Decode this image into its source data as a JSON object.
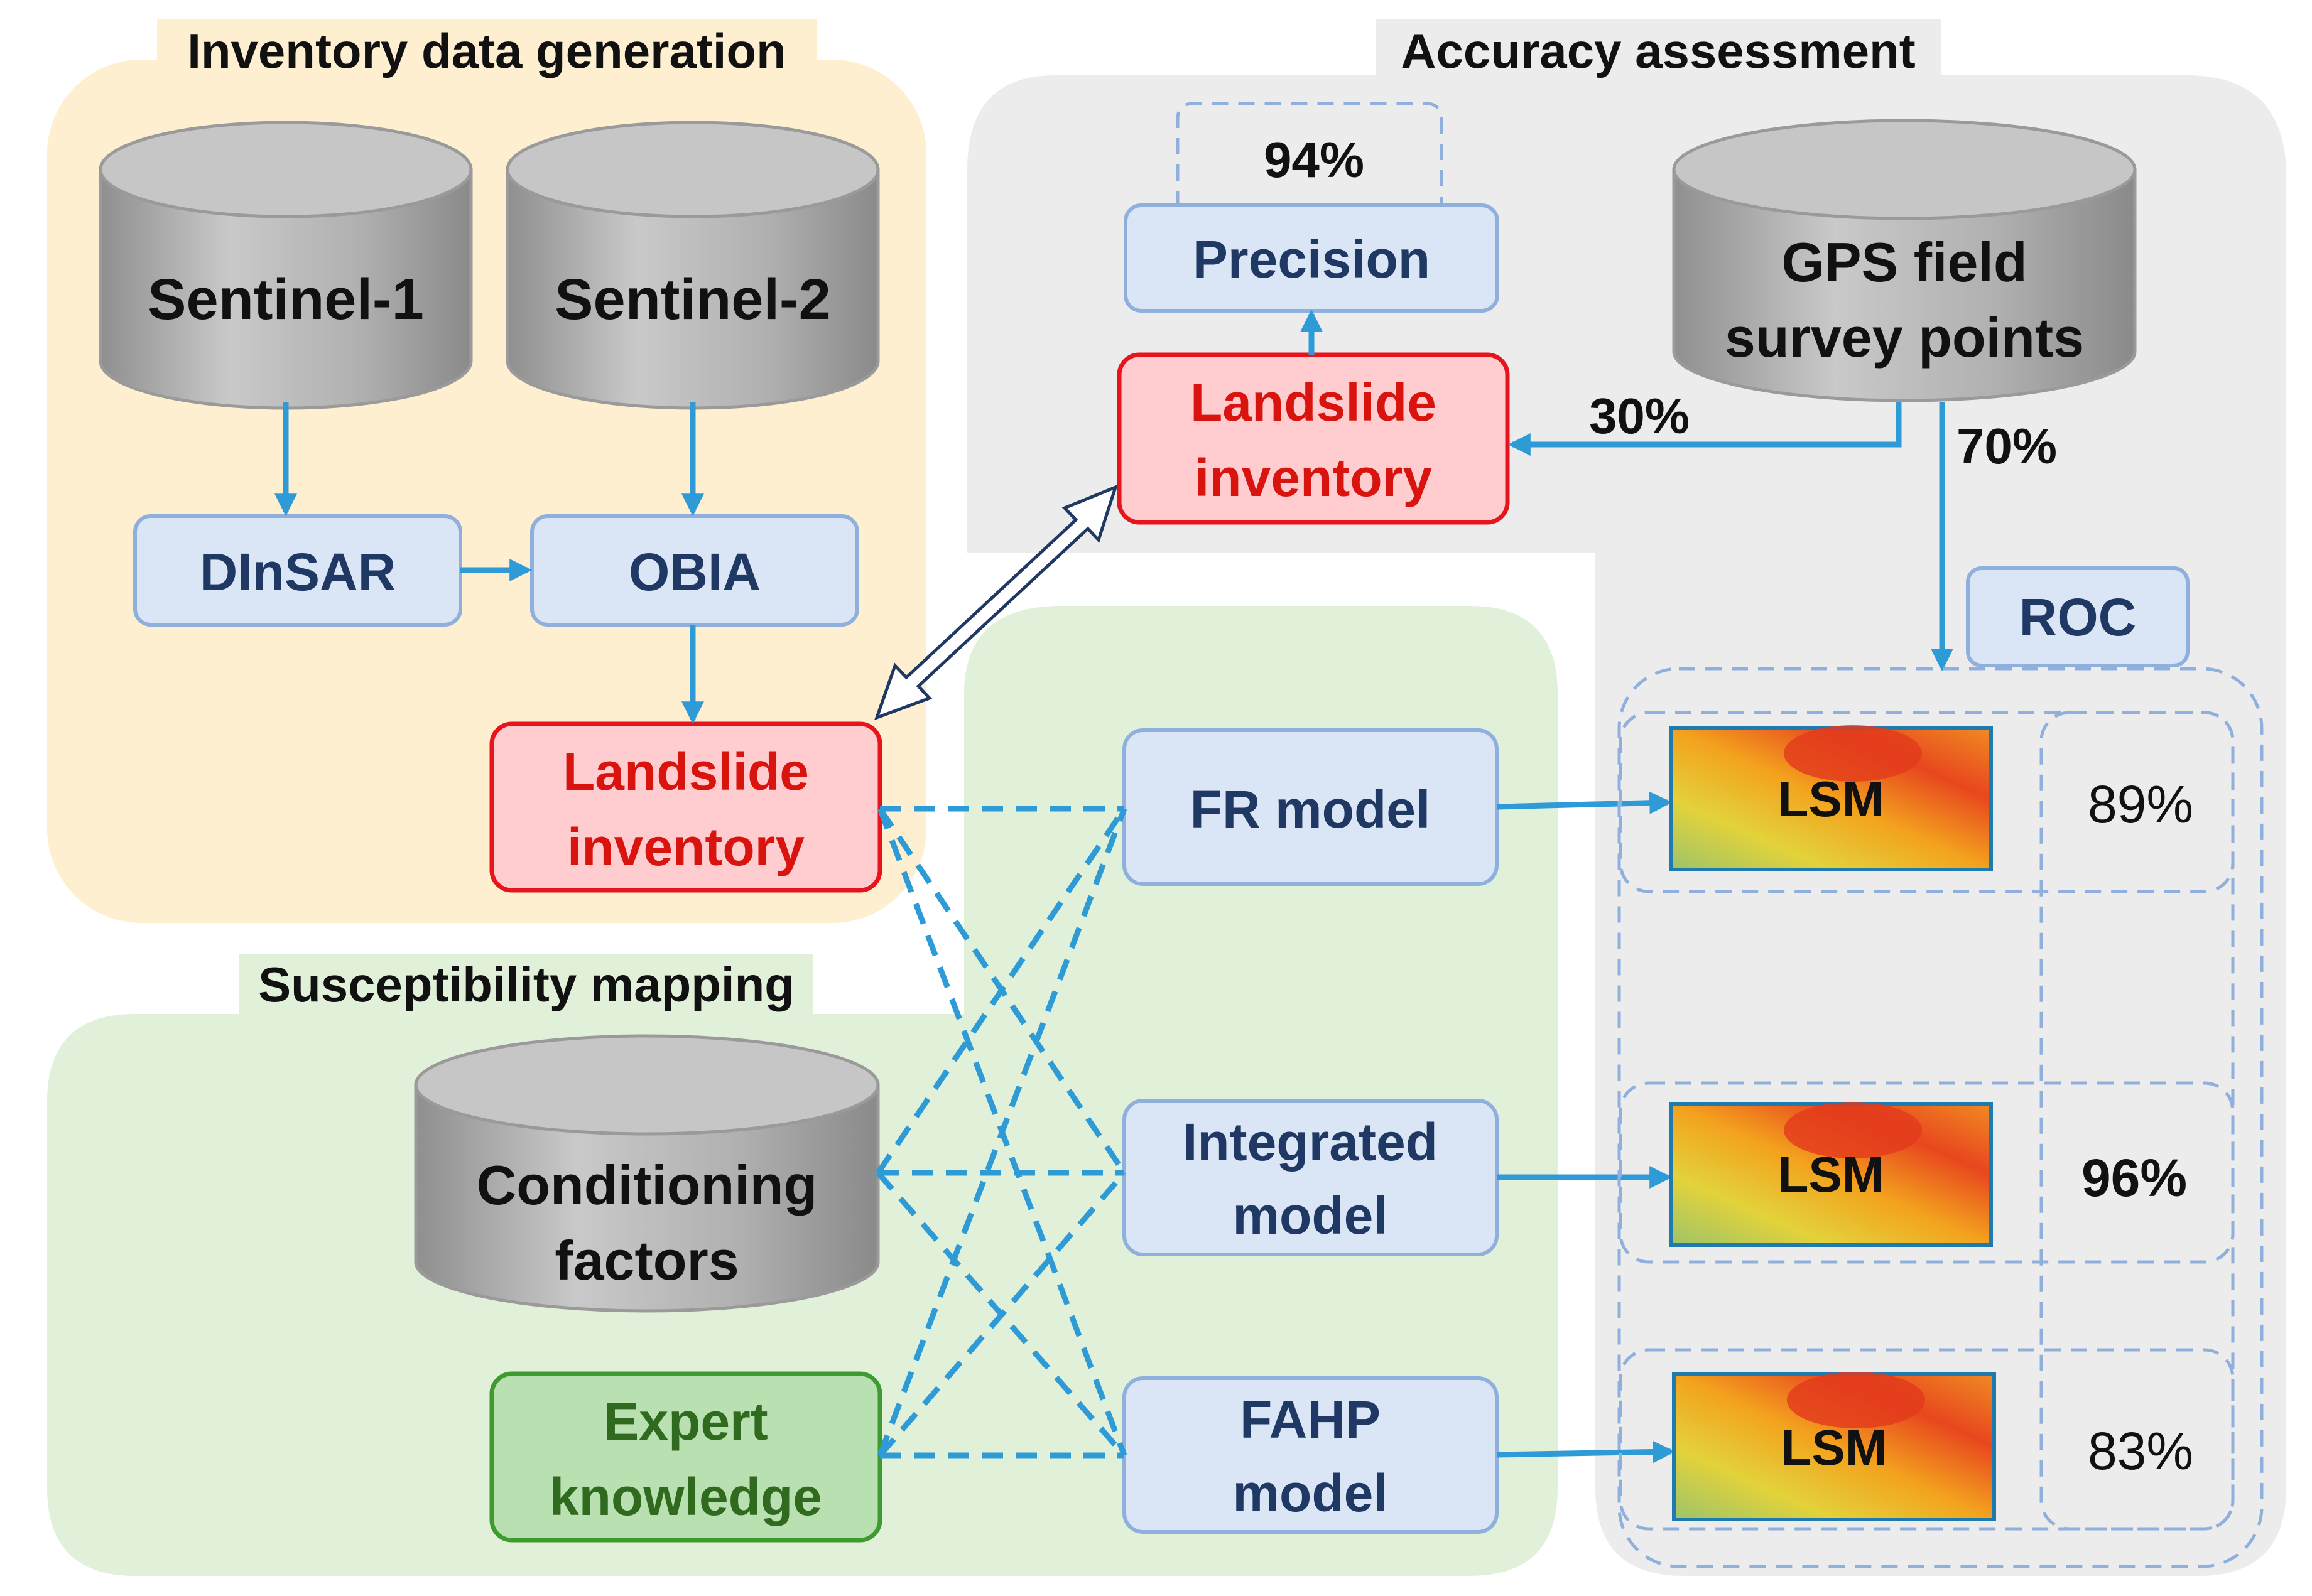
{
  "sections": {
    "inventory": {
      "title": "Inventory data generation"
    },
    "accuracy": {
      "title": "Accuracy assessment"
    },
    "susceptibility": {
      "title": "Susceptibility mapping"
    }
  },
  "nodes": {
    "sentinel1": "Sentinel-1",
    "sentinel2": "Sentinel-2",
    "dinsar": "DInSAR",
    "obia": "OBIA",
    "landslide_inventory_left": [
      "Landslide",
      "inventory"
    ],
    "landslide_inventory_top": [
      "Landslide",
      "inventory"
    ],
    "precision": "Precision",
    "precision_value": "94%",
    "gps": [
      "GPS field",
      "survey points"
    ],
    "split_30": "30%",
    "split_70": "70%",
    "roc": "ROC",
    "conditioning": [
      "Conditioning",
      "factors"
    ],
    "expert": [
      "Expert",
      "knowledge"
    ],
    "fr_model": "FR model",
    "integrated_model": [
      "Integrated",
      "model"
    ],
    "fahp_model": [
      "FAHP",
      "model"
    ]
  },
  "results": [
    {
      "map": "LSM",
      "accuracy": "89%"
    },
    {
      "map": "LSM",
      "accuracy": "96%"
    },
    {
      "map": "LSM",
      "accuracy": "83%"
    }
  ],
  "colors": {
    "inventory_bg": "#fdefcf",
    "accuracy_bg": "#ececec",
    "susceptibility_bg": "#e1f0d9",
    "blue_box_fill": "#dae6f5",
    "blue_box_stroke": "#8fb0dc",
    "red_box_fill": "#ffcdd0",
    "red_box_stroke": "#e8141c",
    "green_box_fill": "#b9e0b0",
    "green_box_stroke": "#3f9a2f",
    "arrow": "#2f9bd6",
    "cylinder_fill": "#b4b4b4"
  }
}
